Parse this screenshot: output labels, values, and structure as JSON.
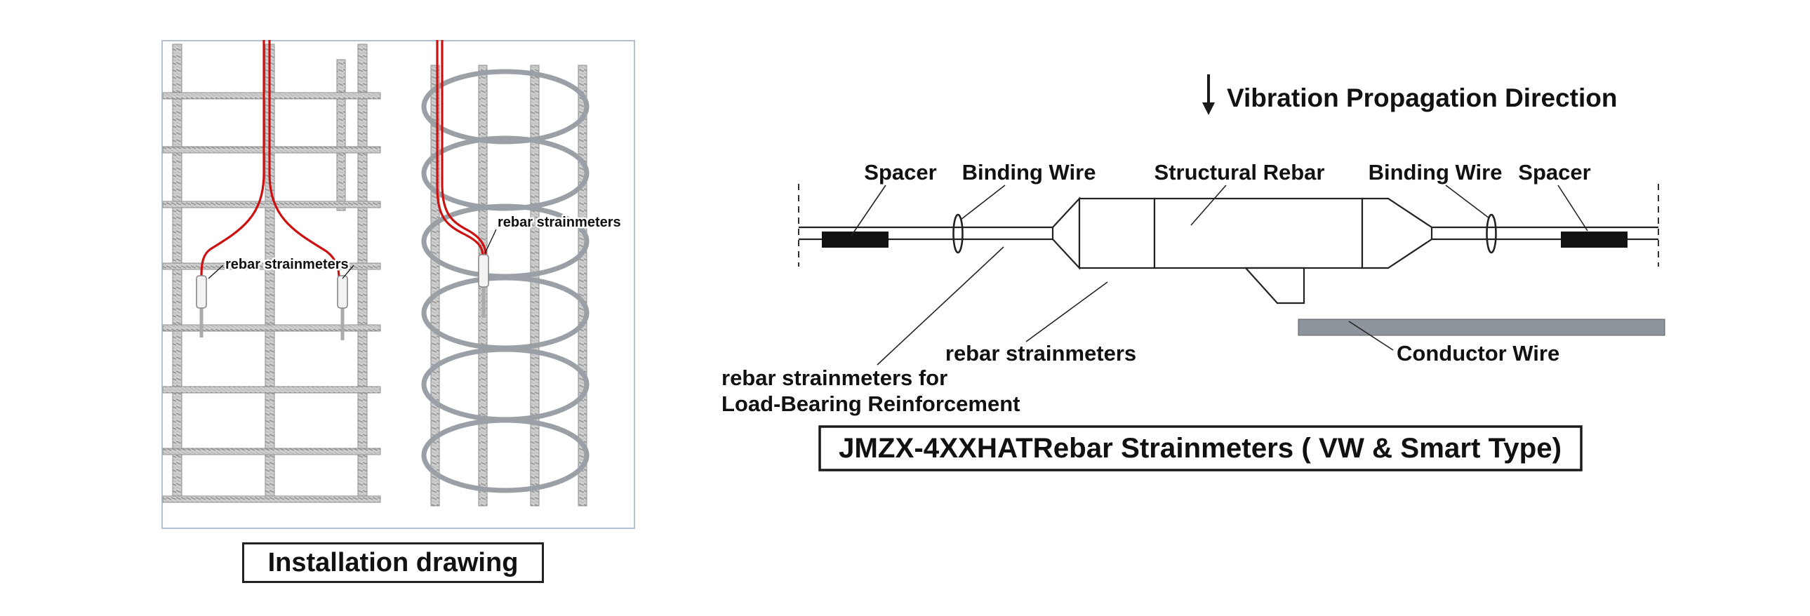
{
  "installation": {
    "caption": "Installation drawing",
    "grid_sensor_label": "rebar strainmeters",
    "cage_sensor_label": "rebar strainmeters"
  },
  "schematic": {
    "direction_label": "Vibration Propagation Direction",
    "labels": {
      "spacer_left": "Spacer",
      "binding_wire_left": "Binding Wire",
      "structural_rebar": "Structural Rebar",
      "binding_wire_right": "Binding Wire",
      "spacer_right": "Spacer",
      "strainmeter": "rebar strainmeters",
      "load_bearing_line1": "rebar strainmeters for",
      "load_bearing_line2": "Load-Bearing Reinforcement",
      "conductor_wire": "Conductor Wire"
    },
    "title": "JMZX-4XXHATRebar Strainmeters ( VW & Smart Type)"
  },
  "colors": {
    "cable_red": "#cc1111",
    "rebar_gray": "#cfcfcf",
    "hoop_gray": "#9aa0a6",
    "conductor_gray": "#8d949b",
    "frame_border": "#b4c0d4",
    "ink": "#111111"
  }
}
